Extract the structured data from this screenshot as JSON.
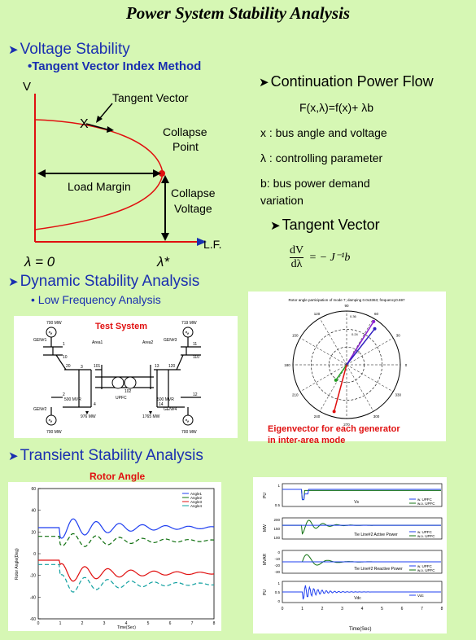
{
  "title": "Power System Stability Analysis",
  "voltage": {
    "heading": "Voltage Stability",
    "method": "•Tangent Vector Index Method",
    "plot": {
      "y_label": "V",
      "x_label": "L.F.",
      "tangent_vector": "Tangent Vector",
      "collapse_point": [
        "Collapse",
        "Point"
      ],
      "load_margin": "Load Margin",
      "collapse_voltage": [
        "Collapse",
        "Voltage"
      ],
      "lambda0": "λ = 0",
      "lambda_star": "λ*"
    }
  },
  "continuation": {
    "heading": "Continuation Power Flow",
    "equation": "F(x,λ)=f(x)+ λb",
    "lines": [
      "x : bus angle and voltage",
      "λ : controlling parameter",
      "b:  bus power demand",
      "variation"
    ],
    "tangent_heading": "Tangent Vector",
    "tangent_formula": {
      "num": "dV",
      "den": "dλ",
      "rhs": "= − J⁻¹b"
    }
  },
  "dynamic": {
    "heading": "Dynamic Stability Analysis",
    "sub": "• Low Frequency Analysis",
    "test_system": {
      "title": "Test System",
      "gen_mw": [
        "700 MW",
        "700 MW",
        "719 MW",
        "700 MW"
      ],
      "gen_names": [
        "GEN#1",
        "GEN#2",
        "GEN#3",
        "GEN#4"
      ],
      "areas": [
        "Area1",
        "Area2"
      ],
      "buses": [
        "1",
        "2",
        "3",
        "4",
        "10",
        "20",
        "101",
        "102",
        "13",
        "120",
        "110",
        "11",
        "12",
        "14"
      ],
      "upfc": "UPFC",
      "caps": [
        "500 MVR",
        "500 MVR"
      ],
      "loads": [
        "976 MW",
        "1765 MW"
      ]
    },
    "polar": {
      "title": "Rotor angle participation of mode 7; damping 0.0x3363; frequency0.697",
      "caption": [
        "Eigenvector for each generator",
        "in inter-area mode"
      ],
      "angle_labels": [
        "90",
        "60",
        "30",
        "0",
        "330",
        "300",
        "270",
        "240",
        "210",
        "180",
        "150",
        "120"
      ],
      "radial_labels": [
        "0.36",
        "0.24",
        "0.12"
      ]
    }
  },
  "transient": {
    "heading": "Transient  Stability Analysis",
    "rotor_title": "Rotor Angle",
    "rotor_legend": [
      "Angle1",
      "Angle2",
      "Angle3",
      "Angle4"
    ],
    "rotor_ylabel": "Rotor Angle(Deg)",
    "rotor_xlabel": "Time(Sec)",
    "rotor_yticks": [
      "60",
      "40",
      "20",
      "0",
      "-20",
      "-40",
      "-60"
    ],
    "rotor_xticks": [
      "0",
      "1",
      "2",
      "3",
      "4",
      "5",
      "6",
      "7",
      "8"
    ],
    "upfc": {
      "panels": [
        {
          "ylabel": "PU",
          "name": "Vs",
          "legend": [
            "w. UPFC",
            "w.o. UPFC"
          ],
          "yticks": [
            "1",
            "0.5"
          ]
        },
        {
          "ylabel": "MW",
          "name": "Tie Line#2 Active Power",
          "legend": [
            "w. UPFC",
            "w.o. UPFC"
          ],
          "yticks": [
            "200",
            "150",
            "100"
          ]
        },
        {
          "ylabel": "MVAR",
          "name": "Tie Line#2 Reactive Power",
          "legend": [
            "w. UPFC",
            "w.o. UPFC"
          ],
          "yticks": [
            "0",
            "-10",
            "-20",
            "-30"
          ]
        },
        {
          "ylabel": "PU",
          "name": "Vdc",
          "legend": [
            "Vdc"
          ],
          "yticks": [
            "1",
            "0.5",
            "0"
          ]
        }
      ],
      "xticks": [
        "0",
        "1",
        "2",
        "3",
        "4",
        "5",
        "6",
        "7",
        "8"
      ],
      "xlabel": "Time(Sec)"
    }
  }
}
